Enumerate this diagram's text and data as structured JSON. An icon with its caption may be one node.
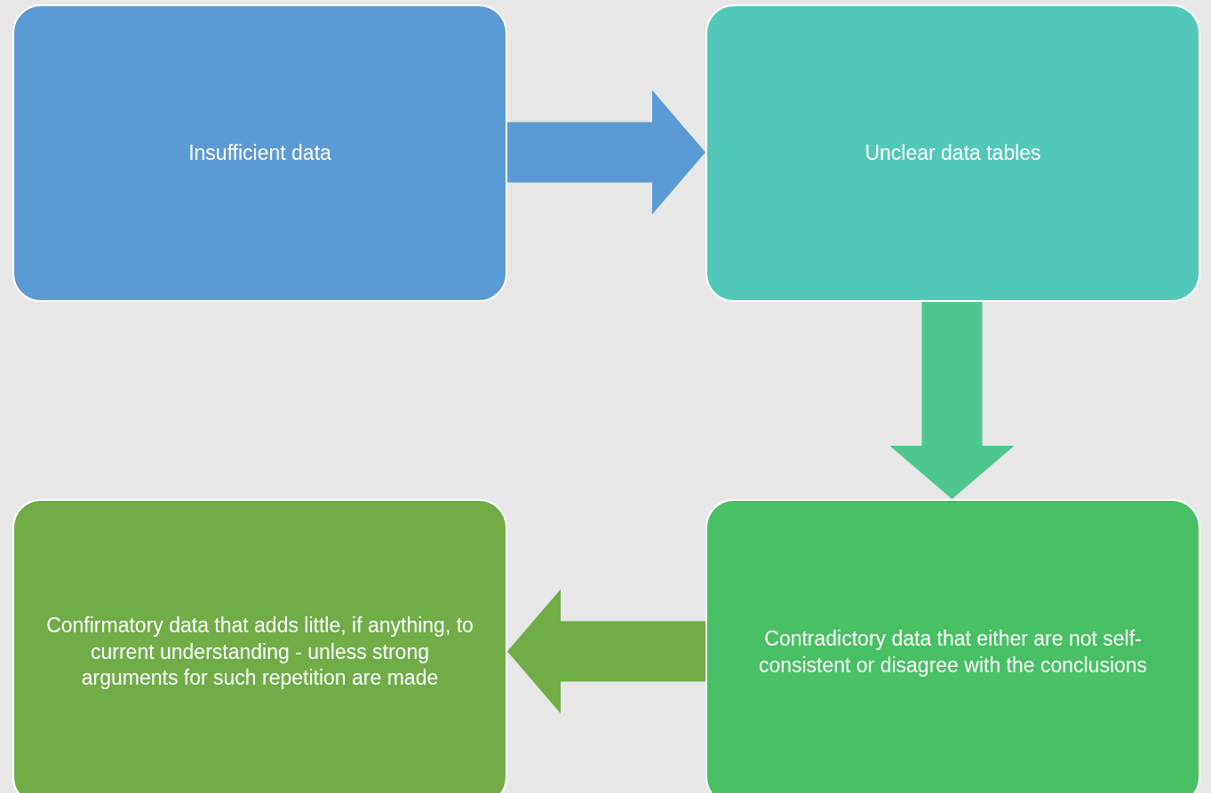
{
  "diagram": {
    "nodes": [
      {
        "text": [
          "Insufficient data"
        ]
      },
      {
        "text": [
          "Unclear data tables"
        ]
      },
      {
        "text": [
          "Contradictory data that either are not self-consistent or disagree with the conclusions"
        ]
      },
      {
        "text": [
          "Confirmatory data that adds little, if anything, to current understanding - unless strong arguments for such repetition are made"
        ]
      }
    ],
    "edges": [
      {
        "from": 0,
        "to": 1,
        "arrow": "to",
        "color": "#5b9bd5"
      },
      {
        "from": 1,
        "to": 2,
        "arrow": "to",
        "color": "#4fc68e"
      },
      {
        "from": 2,
        "to": 3,
        "arrow": "to",
        "color": "#70ad47"
      }
    ]
  }
}
